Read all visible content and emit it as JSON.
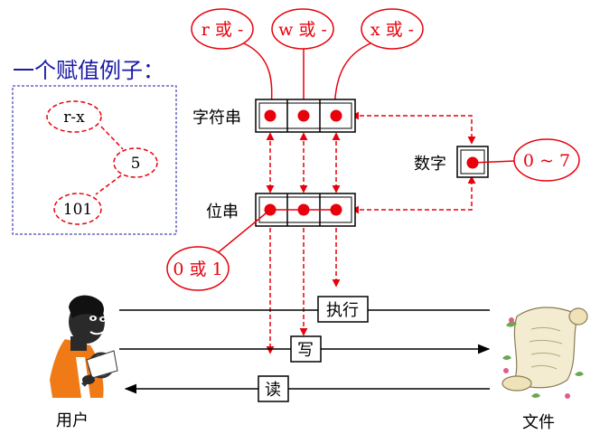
{
  "title": "一个赋值例子：",
  "example": {
    "top": "r-x",
    "middle": "5",
    "bottom": "101"
  },
  "bits": {
    "r": "r 或 -",
    "w": "w 或 -",
    "x": "x 或 -",
    "zero_one": "0 或 1",
    "range": "0 ~ 7"
  },
  "labels": {
    "string": "字符串",
    "bitstring": "位串",
    "number": "数字",
    "user": "用户",
    "file": "文件"
  },
  "ops": {
    "execute": "执行",
    "write": "写",
    "read": "读"
  },
  "colors": {
    "red": "#e8000b",
    "blue": "#1a1aa6",
    "black": "#000000"
  },
  "icons": {
    "user": "person-with-magnifier-icon",
    "file": "scroll-icon"
  }
}
